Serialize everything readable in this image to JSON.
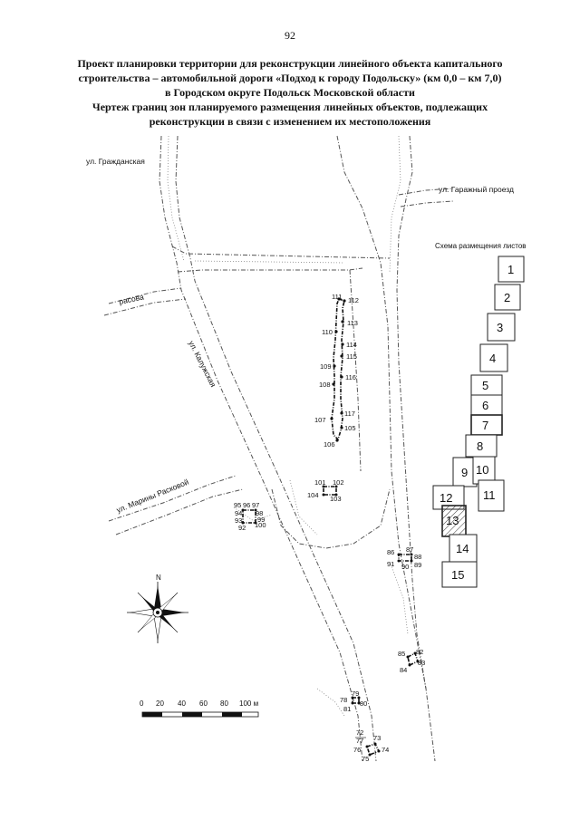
{
  "page_number": "92",
  "title_lines": [
    "Проект планировки территории для реконструкции линейного объекта капитального",
    "строительства – автомобильной дороги «Подход к городу Подольску» (км 0,0 – км 7,0)",
    "в Городском округе Подольск Московской области",
    "Чертеж границ зон планируемого размещения линейных объектов, подлежащих",
    "реконструкции в связи с изменением их местоположения"
  ],
  "streets": {
    "grazhdanskaya": "ул. Гражданская",
    "garazhny": "ул. Гаражный проезд",
    "raskova_partial": "расова",
    "kaluzhskaya": "ул. Калужская",
    "mariny_raskovoy": "ул. Марины Расковой"
  },
  "compass_label": "N",
  "scale": {
    "ticks": [
      "0",
      "20",
      "40",
      "60",
      "80",
      "100 м"
    ]
  },
  "index_scheme": {
    "title": "Схема размещения листов",
    "sheets": [
      "1",
      "2",
      "3",
      "4",
      "5",
      "6",
      "7",
      "8",
      "9",
      "10",
      "11",
      "12",
      "13",
      "14",
      "15"
    ],
    "highlighted_sheet": "13"
  },
  "boundary_points": {
    "upper_strip": [
      "111",
      "112",
      "113",
      "110",
      "114",
      "115",
      "109",
      "116",
      "108",
      "117",
      "107",
      "105",
      "106"
    ],
    "g101": [
      "101",
      "102",
      "104",
      "103"
    ],
    "g92": [
      "95",
      "96",
      "97",
      "94",
      "98",
      "93",
      "99",
      "92",
      "100"
    ],
    "g86": [
      "86",
      "87",
      "88",
      "91",
      "90",
      "89"
    ],
    "g82": [
      "85",
      "82",
      "83",
      "84"
    ],
    "g78": [
      "79",
      "78",
      "80",
      "81"
    ],
    "g72": [
      "72",
      "77",
      "73",
      "76",
      "74",
      "75"
    ]
  }
}
